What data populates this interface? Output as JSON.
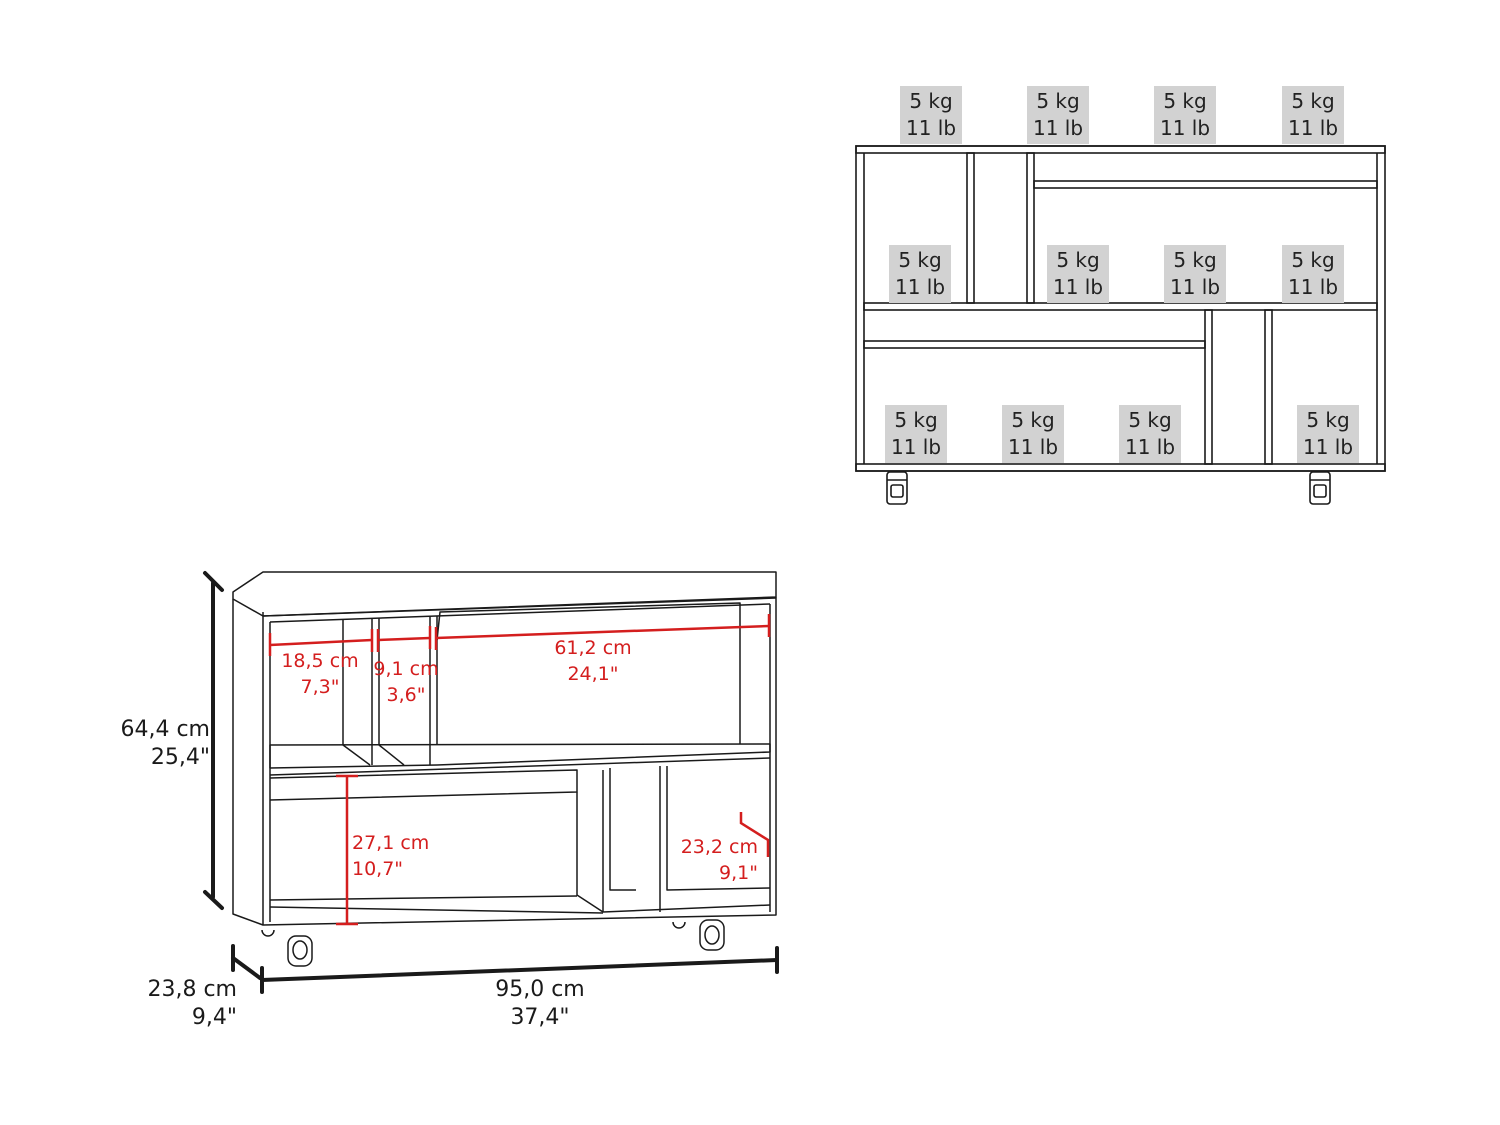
{
  "colors": {
    "line": "#1a1a1a",
    "red_dimension": "#d41e1e",
    "load_badge": "#d2d2d2"
  },
  "shelf_load": {
    "kg": "5 kg",
    "lb": "11 lb"
  },
  "overall": {
    "height": {
      "cm": "64,4 cm",
      "in": "25,4\""
    },
    "depth": {
      "cm": "23,8 cm",
      "in": "9,4\""
    },
    "width": {
      "cm": "95,0 cm",
      "in": "37,4\""
    }
  },
  "compartments": {
    "top_left_width": {
      "cm": "18,5 cm",
      "in": "7,3\""
    },
    "top_middle_width": {
      "cm": "9,1 cm",
      "in": "3,6\""
    },
    "top_right_width": {
      "cm": "61,2 cm",
      "in": "24,1\""
    },
    "bottom_height": {
      "cm": "27,1 cm",
      "in": "10,7\""
    },
    "inner_depth": {
      "cm": "23,2 cm",
      "in": "9,1\""
    }
  }
}
